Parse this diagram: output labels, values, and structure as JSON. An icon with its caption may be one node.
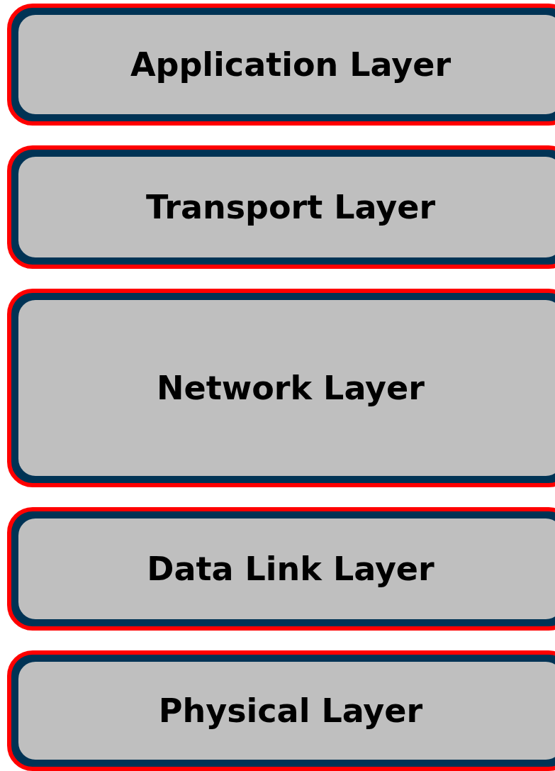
{
  "diagram": {
    "nodes": [
      {
        "text": [
          "Application Layer"
        ]
      },
      {
        "text": [
          "Transport Layer"
        ]
      },
      {
        "text": [
          "Network Layer"
        ]
      },
      {
        "text": [
          "Data Link Layer"
        ]
      },
      {
        "text": [
          "Physical Layer"
        ]
      }
    ]
  }
}
